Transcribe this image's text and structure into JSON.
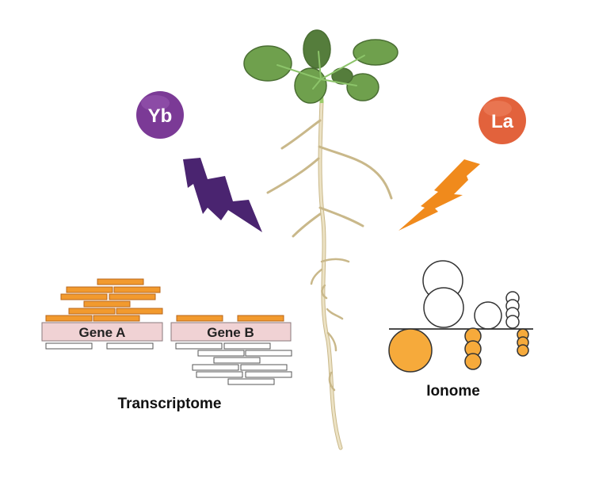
{
  "elements": {
    "yb": {
      "symbol": "Yb",
      "color": "#7b3a96",
      "bolt_color": "#4a2470"
    },
    "la": {
      "symbol": "La",
      "color": "#e2623c",
      "bolt_color": "#f08a1c"
    }
  },
  "transcriptome": {
    "label": "Transcriptome",
    "gene_a": "Gene A",
    "gene_b": "Gene B",
    "read_color": "#f29a2e",
    "gene_fill": "#f0d2d4"
  },
  "ionome": {
    "label": "Ionome",
    "ion_color": "#f6aa3b"
  },
  "plant": {
    "leaf_color": "#6fa04d",
    "dark_leaf_color": "#557d3c",
    "root_color": "#e7d9b0"
  }
}
